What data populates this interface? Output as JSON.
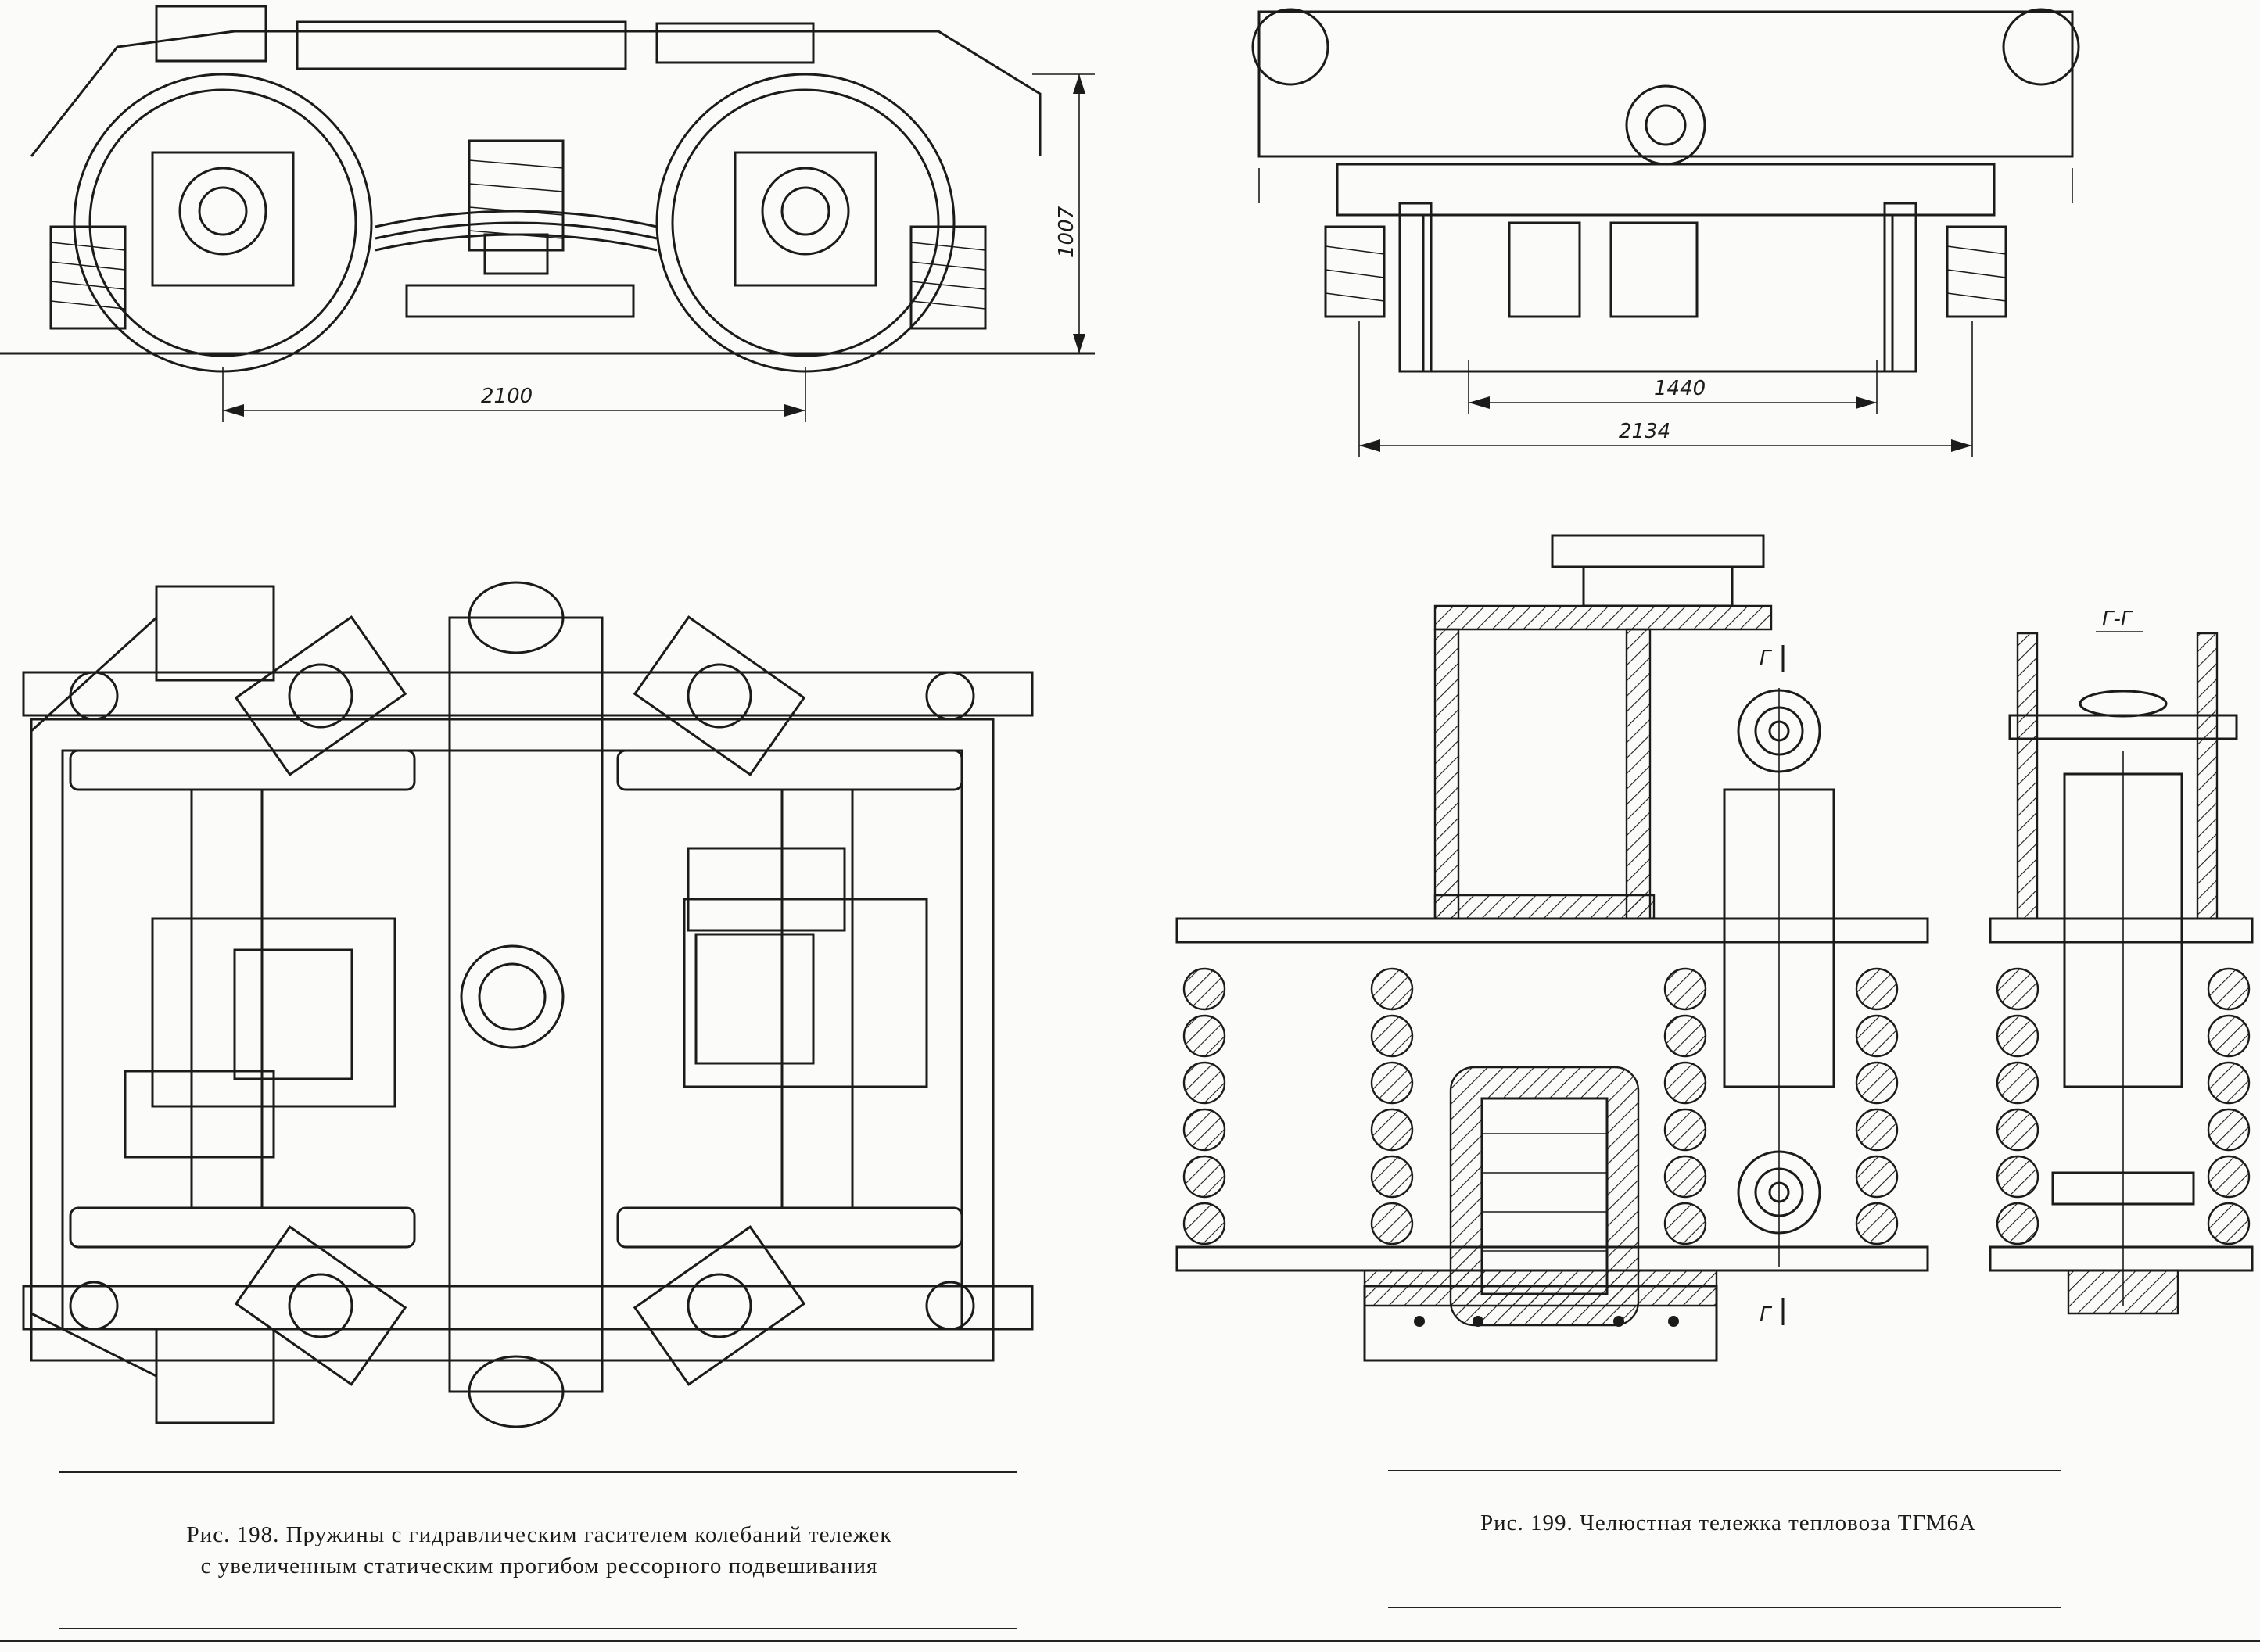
{
  "figures": {
    "fig198": {
      "caption_line1": "Рис. 198. Пружины с гидравлическим гасителем колебаний тележек",
      "caption_line2": "с увеличенным статическим прогибом рессорного подвешивания"
    },
    "fig199": {
      "caption": "Рис. 199. Челюстная тележка тепловоза ТГМ6А",
      "section_label": "Г-Г",
      "section_mark": "Г"
    }
  },
  "dimensions": {
    "side_view_height": "1007",
    "side_view_wheelbase": "2100",
    "end_view_track": "1440",
    "end_view_width": "2134"
  }
}
